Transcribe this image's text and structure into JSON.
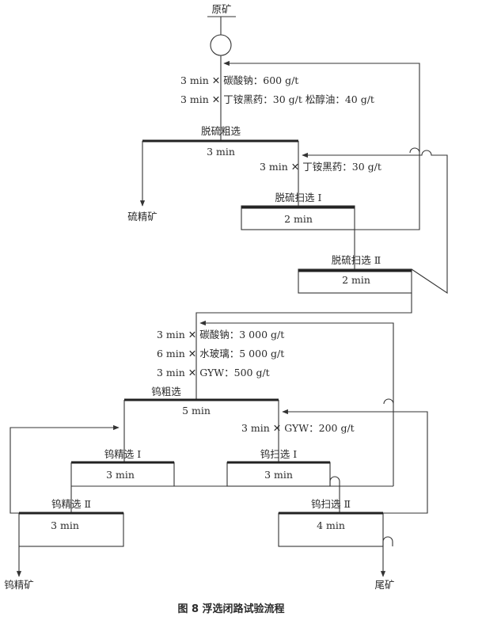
{
  "ore": "原矿",
  "desulfur": {
    "reagent1": "3 min ✕ 碳酸钠：600 g/t",
    "reagent2": "3 min ✕ 丁铵黑药：30 g/t  松醇油：40 g/t",
    "rougher_name": "脱硫粗选",
    "rougher_time": "3 min",
    "conc_product": "硫精矿",
    "scav_reagent": "3 min ✕ 丁铵黑药：30 g/t",
    "scav1_name": "脱硫扫选 Ⅰ",
    "scav1_time": "2 min",
    "scav2_name": "脱硫扫选 Ⅱ",
    "scav2_time": "2 min"
  },
  "tungsten": {
    "reagent1": "3 min ✕ 碳酸钠：3 000 g/t",
    "reagent2": "6 min ✕ 水玻璃：5 000 g/t",
    "reagent3": "3 min ✕ GYW：500 g/t",
    "rougher_name": "钨粗选",
    "rougher_time": "5 min",
    "scav_reagent": "3 min ✕ GYW：200 g/t",
    "clean1_name": "钨精选 Ⅰ",
    "clean1_time": "3 min",
    "scav1_name": "钨扫选 Ⅰ",
    "scav1_time": "3 min",
    "clean2_name": "钨精选 Ⅱ",
    "clean2_time": "3 min",
    "scav2_name": "钨扫选 Ⅱ",
    "scav2_time": "4 min",
    "conc_product": "钨精矿",
    "tail_product": "尾矿"
  },
  "caption": "图 8   浮选闭路试验流程"
}
